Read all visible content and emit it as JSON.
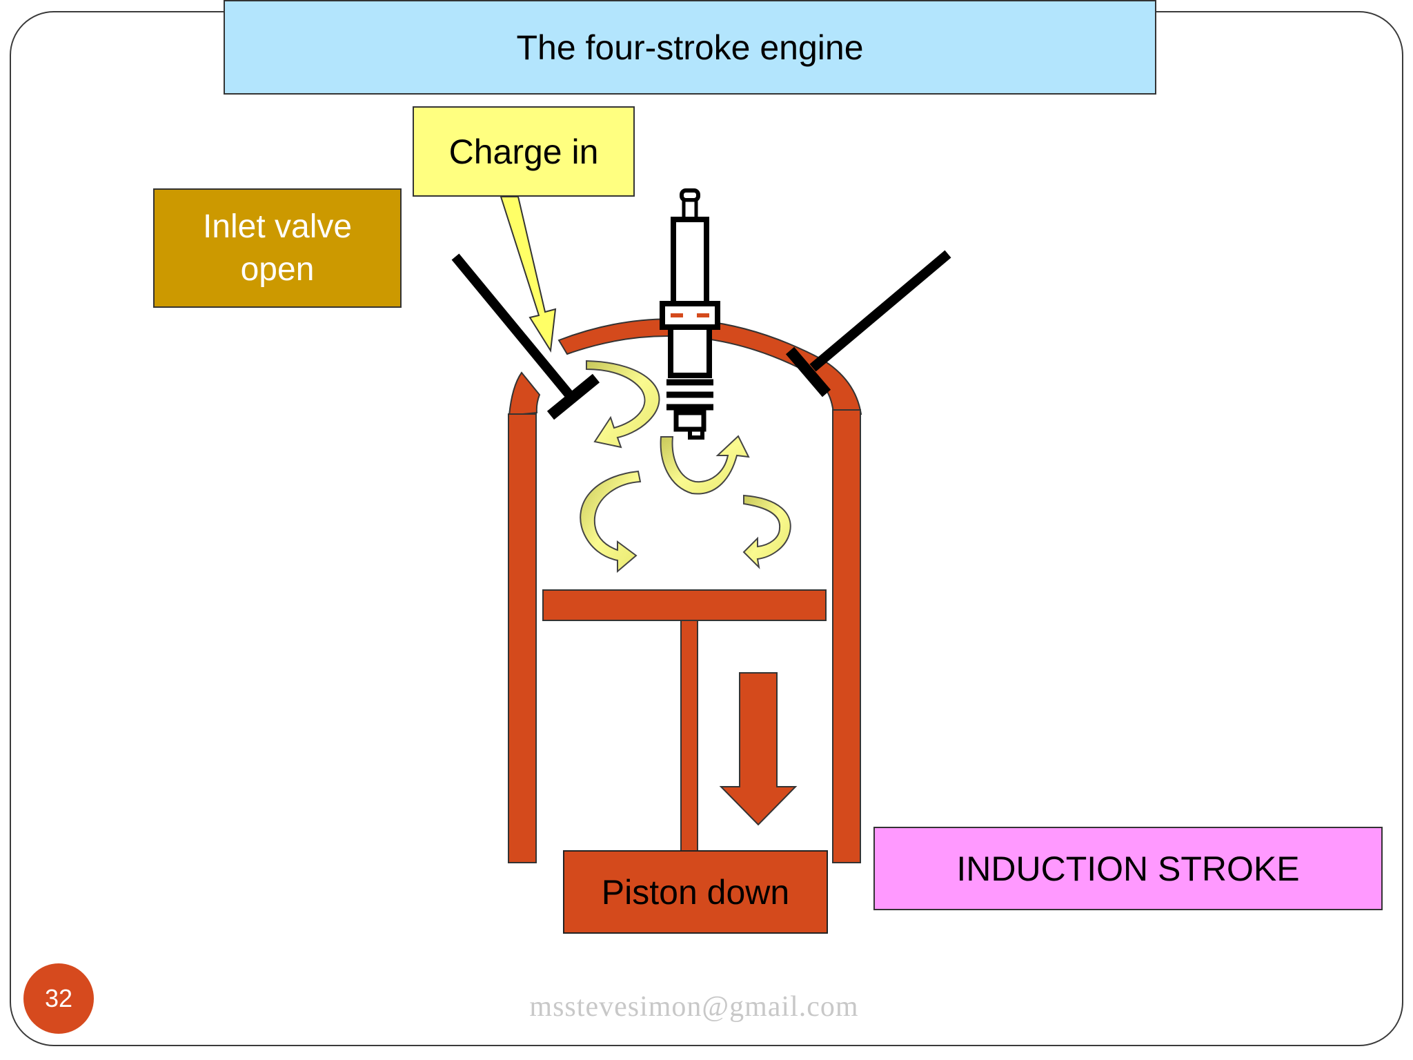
{
  "slide": {
    "title": "The four-stroke engine",
    "page_number": "32",
    "footer": "msstevesimon@gmail.com"
  },
  "labels": {
    "charge_in": "Charge in",
    "inlet_valve_line1": "Inlet valve",
    "inlet_valve_line2": "open",
    "induction_stroke": "INDUCTION STROKE",
    "piston_down": "Piston down"
  },
  "colors": {
    "engine": "#d44a1c",
    "title_bg": "#b3e5fd",
    "charge_bg": "#ffff80",
    "inlet_bg": "#cc9900",
    "induction_bg": "#ff99ff",
    "swirl": "#f7f77a",
    "valve": "#000000"
  },
  "icons": [
    "spark-plug-icon",
    "swirl-arrow-icon",
    "down-arrow-icon"
  ]
}
